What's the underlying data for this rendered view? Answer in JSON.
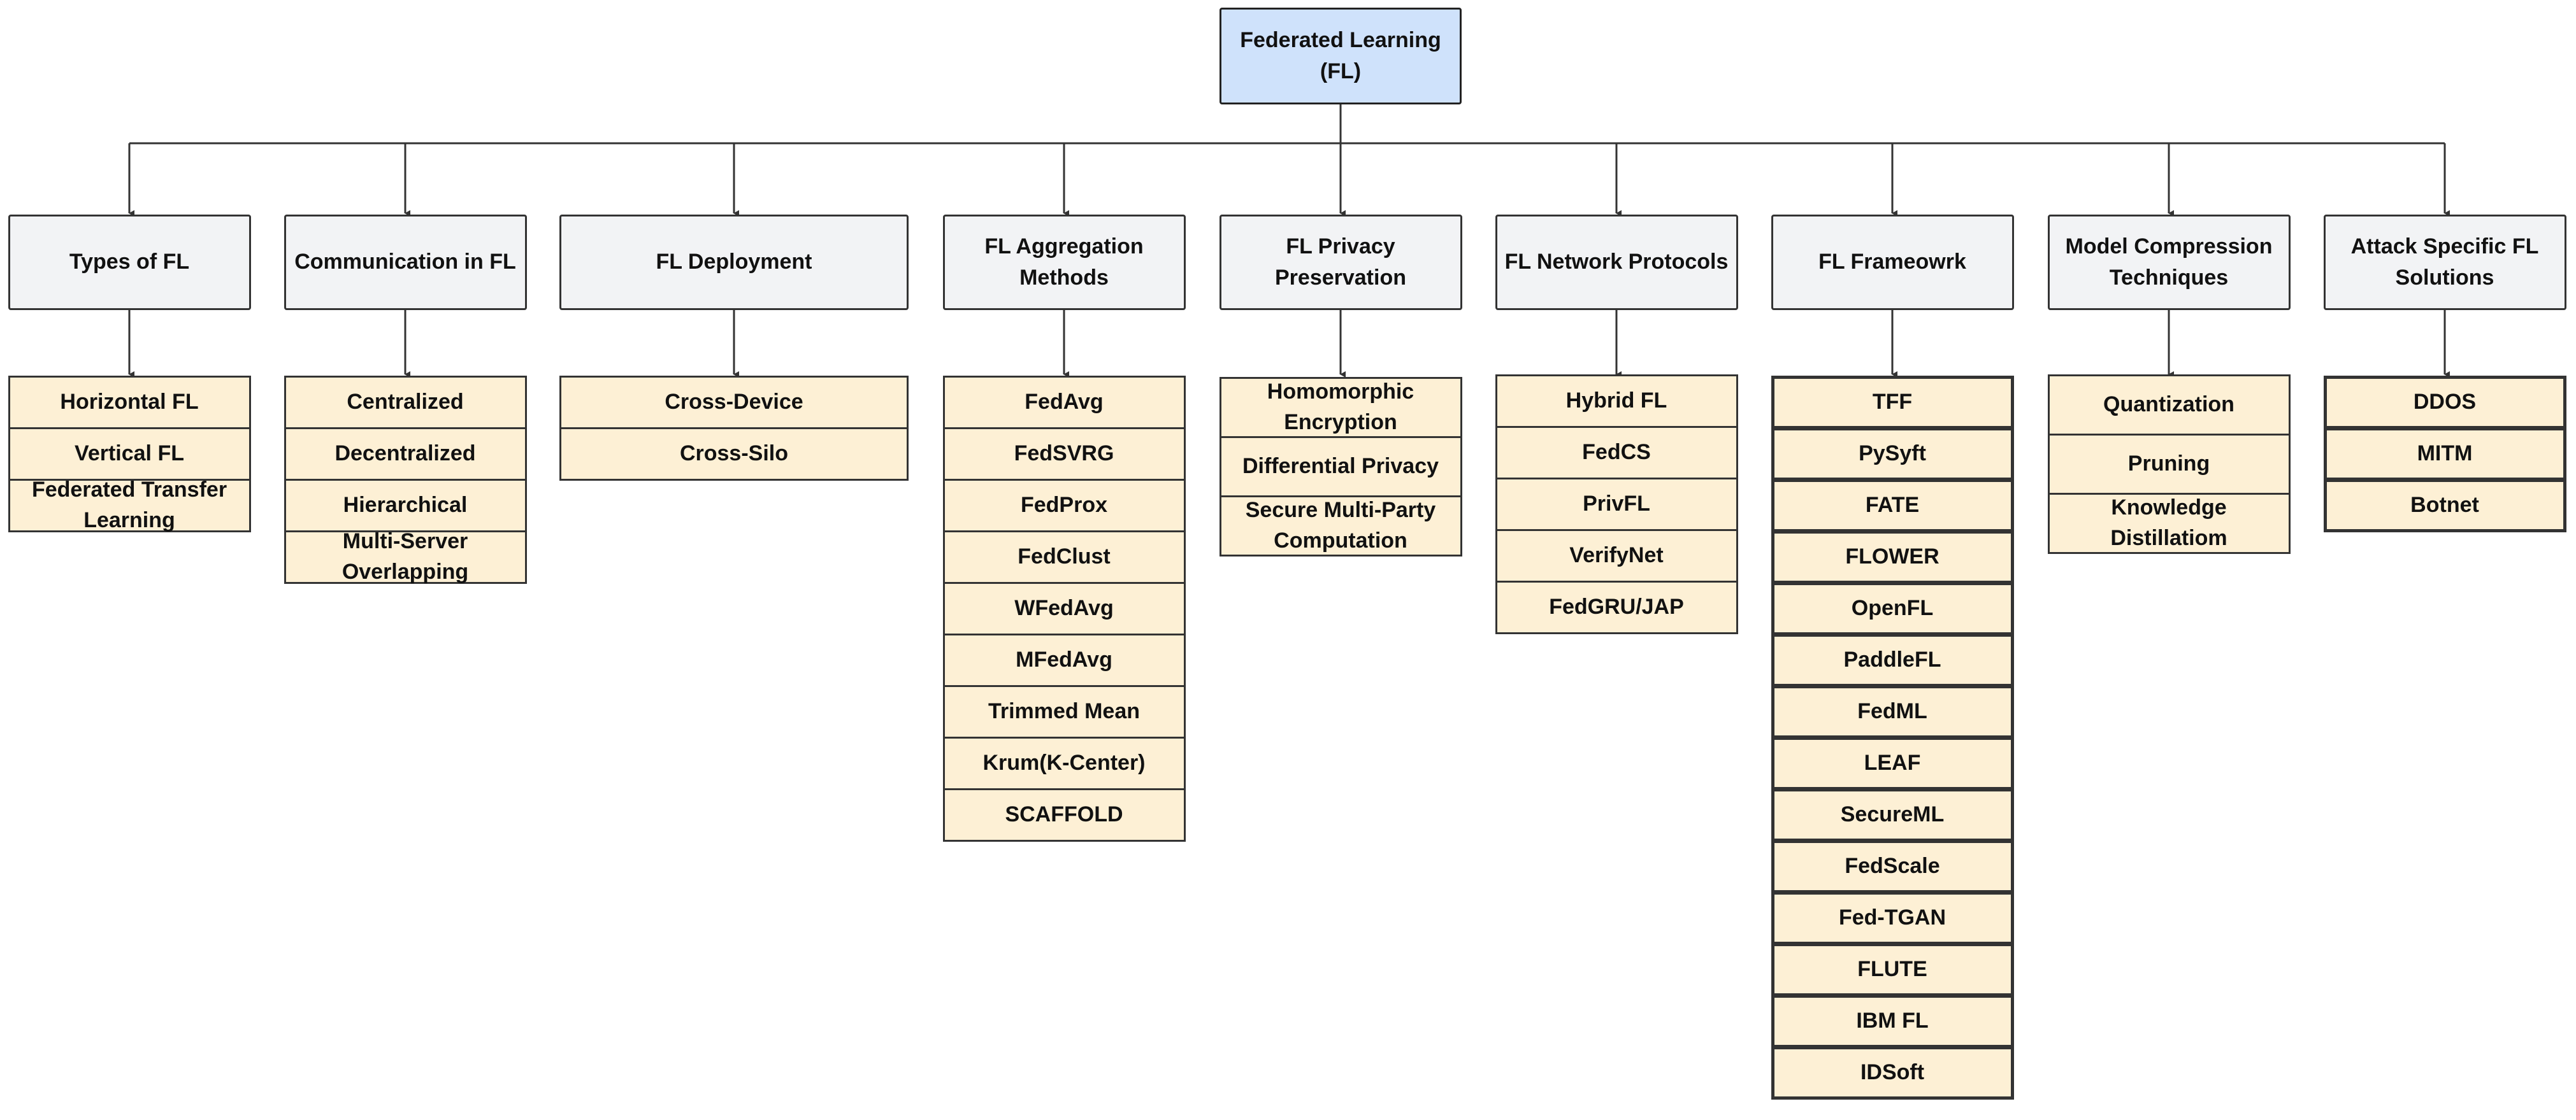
{
  "root": {
    "label": "Federated Learning\n(FL)"
  },
  "categories": [
    {
      "label": "Types of FL",
      "items": [
        "Horizontal FL",
        "Vertical FL",
        "Federated Transfer Learning"
      ]
    },
    {
      "label": "Communication in FL",
      "items": [
        "Centralized",
        "Decentralized",
        "Hierarchical",
        "Multi-Server Overlapping"
      ]
    },
    {
      "label": "FL Deployment",
      "items": [
        "Cross-Device",
        "Cross-Silo"
      ]
    },
    {
      "label": "FL Aggregation Methods",
      "items": [
        "FedAvg",
        "FedSVRG",
        "FedProx",
        "FedClust",
        "WFedAvg",
        "MFedAvg",
        "Trimmed Mean",
        "Krum(K-Center)",
        "SCAFFOLD"
      ]
    },
    {
      "label": "FL Privacy Preservation",
      "items": [
        "Homomorphic Encryption",
        "Differential Privacy",
        "Secure Multi-Party Computation"
      ]
    },
    {
      "label": "FL  Network Protocols",
      "items": [
        "Hybrid FL",
        "FedCS",
        "PrivFL",
        "VerifyNet",
        "FedGRU/JAP"
      ]
    },
    {
      "label": "FL Frameowrk",
      "items": [
        "TFF",
        "PySyft",
        "FATE",
        "FLOWER",
        "OpenFL",
        "PaddleFL",
        "FedML",
        "LEAF",
        "SecureML",
        "FedScale",
        "Fed-TGAN",
        "FLUTE",
        "IBM FL",
        "IDSoft"
      ]
    },
    {
      "label": "Model Compression Techniques",
      "items": [
        "Quantization",
        "Pruning",
        "Knowledge Distillatiom"
      ]
    },
    {
      "label": "Attack Specific FL Solutions",
      "items": [
        "DDOS",
        "MITM",
        "Botnet"
      ]
    }
  ]
}
